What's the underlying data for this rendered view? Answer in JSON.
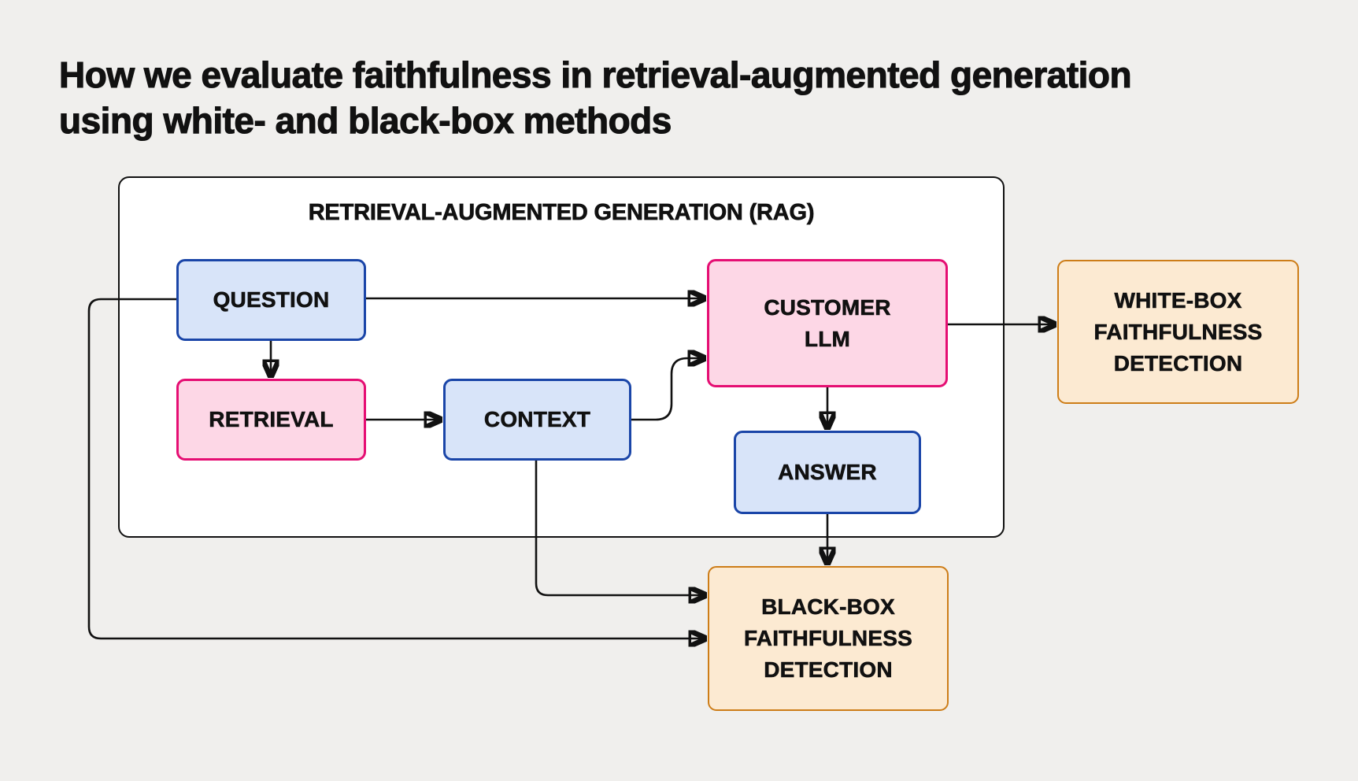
{
  "page": {
    "background": "#f0efed",
    "title_line1": "How we evaluate faithfulness in retrieval-augmented generation",
    "title_line2": "using white- and black-box methods"
  },
  "diagram": {
    "container_label": "RETRIEVAL-AUGMENTED GENERATION (RAG)",
    "nodes": [
      {
        "id": "question",
        "label": "QUESTION",
        "style": "blue"
      },
      {
        "id": "retrieval",
        "label": "RETRIEVAL",
        "style": "pink"
      },
      {
        "id": "context",
        "label": "CONTEXT",
        "style": "blue"
      },
      {
        "id": "customer-llm",
        "label": "CUSTOMER\nLLM",
        "style": "pink"
      },
      {
        "id": "answer",
        "label": "ANSWER",
        "style": "blue"
      },
      {
        "id": "white-box-detection",
        "label": "WHITE-BOX\nFAITHFULNESS\nDETECTION",
        "style": "orange"
      },
      {
        "id": "black-box-detection",
        "label": "BLACK-BOX\nFAITHFULNESS\nDETECTION",
        "style": "orange"
      }
    ],
    "edges": [
      {
        "from": "QUESTION",
        "to": "RETRIEVAL"
      },
      {
        "from": "RETRIEVAL",
        "to": "CONTEXT"
      },
      {
        "from": "QUESTION",
        "to": "CUSTOMER LLM"
      },
      {
        "from": "CONTEXT",
        "to": "CUSTOMER LLM"
      },
      {
        "from": "CUSTOMER LLM",
        "to": "ANSWER"
      },
      {
        "from": "CUSTOMER LLM",
        "to": "WHITE-BOX FAITHFULNESS DETECTION"
      },
      {
        "from": "ANSWER",
        "to": "BLACK-BOX FAITHFULNESS DETECTION"
      },
      {
        "from": "CONTEXT",
        "to": "BLACK-BOX FAITHFULNESS DETECTION"
      },
      {
        "from": "QUESTION",
        "to": "BLACK-BOX FAITHFULNESS DETECTION"
      }
    ],
    "colors": {
      "page_bg": "#f0efed",
      "ink": "#111111",
      "container_fill": "#ffffff",
      "container_border": "#111111",
      "blue_fill": "#d8e4f9",
      "blue_border": "#1a45a8",
      "pink_fill": "#fdd7e6",
      "pink_border": "#e50e73",
      "orange_fill": "#fcead2",
      "orange_border": "#cd7d18"
    }
  }
}
